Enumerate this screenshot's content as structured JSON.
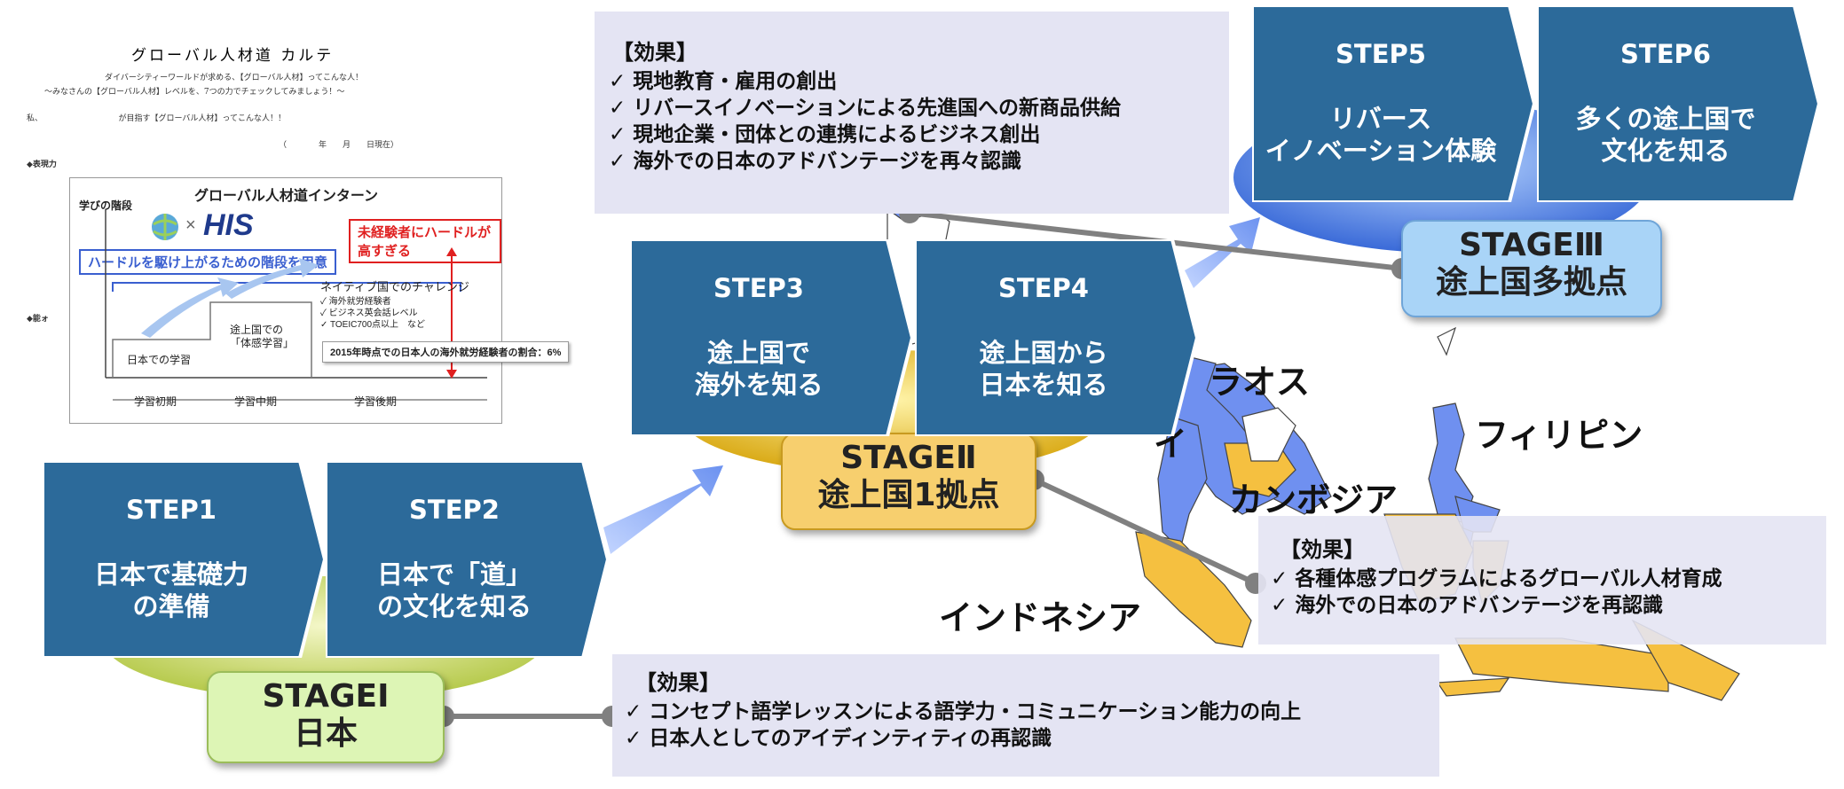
{
  "steps": [
    {
      "label": "STEP1",
      "text": "日本で基礎力\nの準備"
    },
    {
      "label": "STEP2",
      "text": "日本で「道」\nの文化を知る"
    },
    {
      "label": "STEP3",
      "text": "途上国で\n海外を知る"
    },
    {
      "label": "STEP4",
      "text": "途上国から\n日本を知る"
    },
    {
      "label": "STEP5",
      "text": "リバース\nイノベーション体験"
    },
    {
      "label": "STEP6",
      "text": "多くの途上国で\n文化を知る"
    }
  ],
  "stages": [
    {
      "label": "STAGEⅠ",
      "sub": "日本"
    },
    {
      "label": "STAGEⅡ",
      "sub": "途上国1拠点"
    },
    {
      "label": "STAGEⅢ",
      "sub": "途上国多拠点"
    }
  ],
  "effects": {
    "stage1": {
      "head": "【効果】",
      "items": [
        "✓ コンセプト語学レッスンによる語学力・コミュニケーション能力の向上",
        "✓ 日本人としてのアイディンティティの再認識"
      ]
    },
    "stage2": {
      "head": "【効果】",
      "items": [
        "✓ 各種体感プログラムによるグローバル人材育成",
        "✓ 海外での日本のアドバンテージを再認識"
      ]
    },
    "stage3": {
      "head": "【効果】",
      "items": [
        "✓ 現地教育・雇用の創出",
        "✓ リバースイノベーションによる先進国への新商品供給",
        "✓ 現地企業・団体との連携によるビジネス創出",
        "✓ 海外での日本のアドバンテージを再々認識"
      ]
    }
  },
  "countries": [
    "ラオス",
    "イ",
    "カンボジア",
    "フィリピン",
    "インドネシア"
  ],
  "document": {
    "title": "グローバル人材道 カルテ",
    "line1": "ダイバーシティーワールドが求める、【グローバル人材】ってこんな人！",
    "line2": "～みなさんの【グローバル人材】レベルを、7つの力でチェックしてみましょう！～",
    "line3": "私、　　　　　　　　　　が目指す【グローバル人材】ってこんな人！！",
    "line4": "（　　　　年　　月　　日現在）",
    "section1": "◆表現力",
    "section2": "◆能ォ"
  },
  "inset": {
    "title": "グローバル人材道インターン",
    "y_label": "学びの階段",
    "logo_text": "HIS",
    "times": "×",
    "ladder_label": "ハードルを駆け上がるための階段を用意",
    "hurdle_label": "未経験者にハードルが高すぎる",
    "stage_japan": "日本での学習",
    "stage_local": "途上国での\n「体感学習」",
    "native_title": "ネイティブ国でのチャレンジ",
    "native_items": [
      "✓ 海外就労経験者",
      "✓ ビジネス英会話レベル",
      "✓ TOEIC700点以上　など"
    ],
    "stat": "2015年時点での日本人の海外就労経験者の割合：6%",
    "phases": [
      "学習初期",
      "学習中期",
      "学習後期"
    ]
  },
  "colors": {
    "step_fill": "#2c6a9a",
    "stage1_fill": "#ddf5b5",
    "stage2_fill": "#f7cf6e",
    "stage3_fill": "#a9d4f7",
    "effect_bg": "#e4e4f3",
    "map_blue": "#6f90f0",
    "map_yellow": "#f5c040"
  }
}
